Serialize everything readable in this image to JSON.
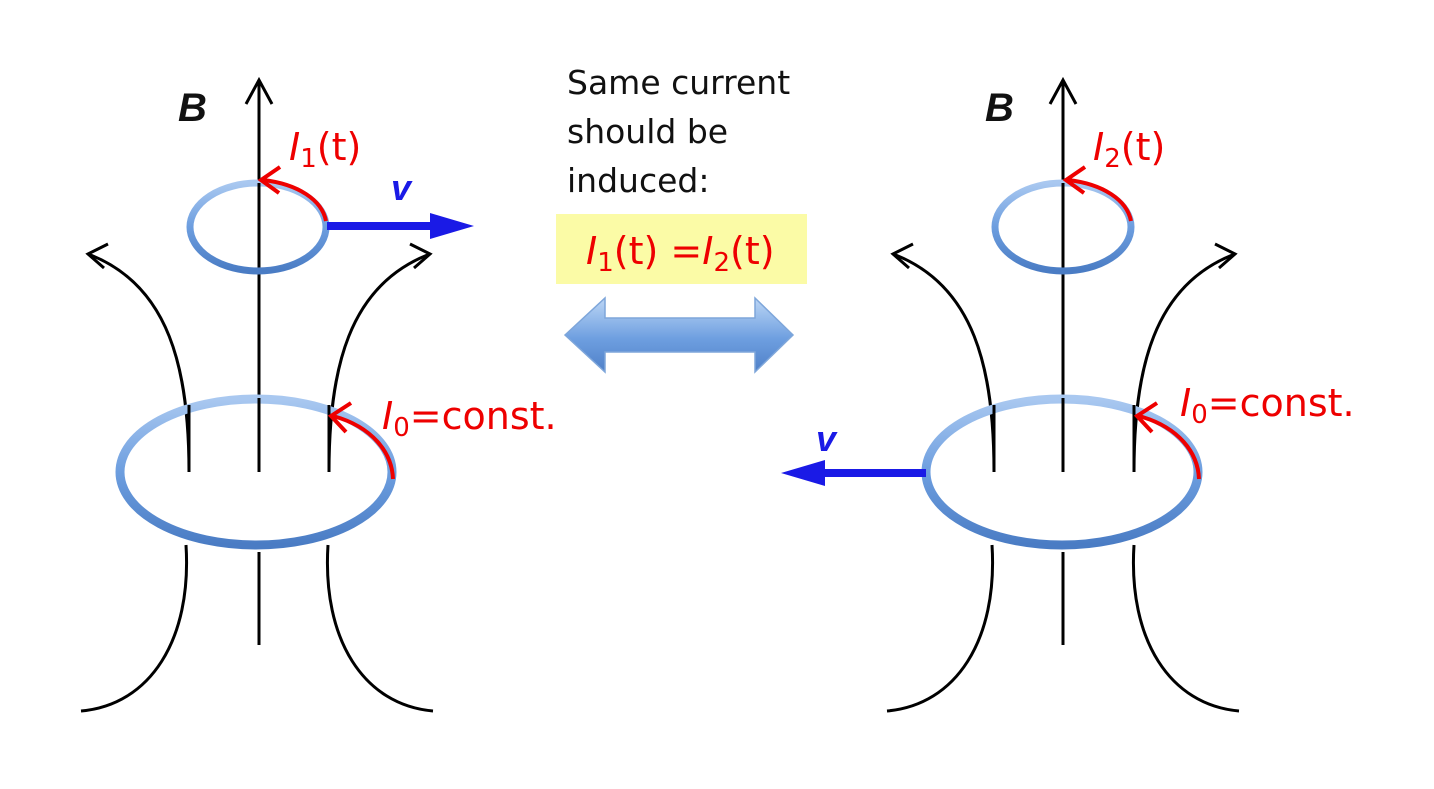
{
  "left_panel": {
    "field_label": "B",
    "moving_loop_current": {
      "symbol": "I",
      "subscript": "1",
      "suffix": "(t)"
    },
    "velocity_label": "v",
    "fixed_loop_current": {
      "symbol": "I",
      "subscript": "0",
      "suffix": "=const."
    }
  },
  "right_panel": {
    "field_label": "B",
    "loop_current": {
      "symbol": "I",
      "subscript": "2",
      "suffix": "(t)"
    },
    "velocity_label": "v",
    "moving_loop_current": {
      "symbol": "I",
      "subscript": "0",
      "suffix": "=const."
    }
  },
  "center": {
    "note": "Same current should be induced:",
    "equation": {
      "lhs_symbol": "I",
      "lhs_subscript": "1",
      "lhs_suffix": "(t) =",
      "rhs_symbol": "I",
      "rhs_subscript": "2",
      "rhs_suffix": "(t)"
    }
  },
  "colors": {
    "loop": "#5b8fd6",
    "loop_highlight": "#a9c8f0",
    "current": "#ee0000",
    "velocity": "#1a1ae6",
    "field_lines": "#000000",
    "equation_box": "#fbfba6"
  },
  "icons": [
    "double-arrow-icon",
    "velocity-arrow-icon",
    "current-arrow-icon",
    "field-line-arrow-icon"
  ]
}
